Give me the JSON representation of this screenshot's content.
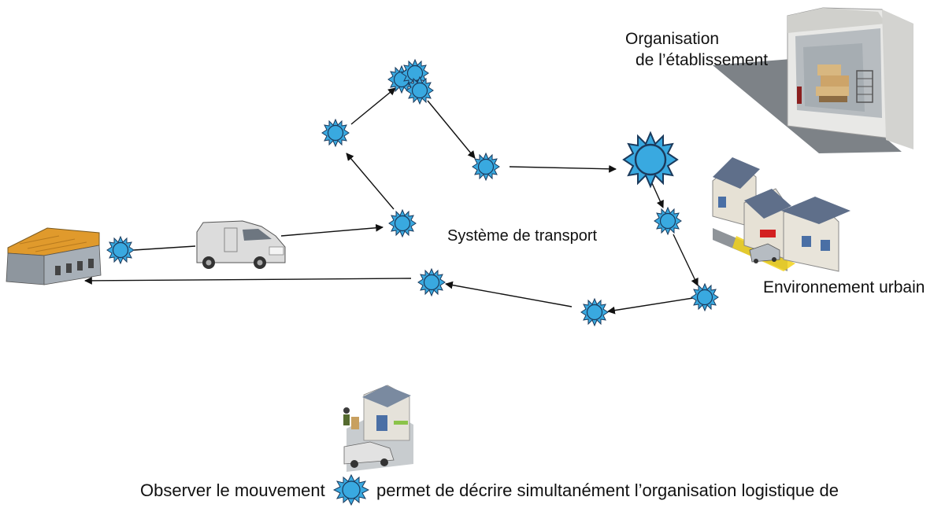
{
  "labels": {
    "transport_system": "Système de transport",
    "establishment_line1": "Organisation",
    "establishment_line2": "de  l’établissement",
    "urban_environment": "Environnement urbain"
  },
  "caption": {
    "part1": "Observer le  mouvement",
    "part2": "permet de décrire simultanément l’organisation logistique de"
  },
  "colors": {
    "node_fill": "#39a9e0",
    "node_stroke": "#1b3a5c",
    "arrow": "#111111",
    "roof": "#e09a2c",
    "building_wall": "#9aa3ad",
    "van_body": "#dcdcdc"
  },
  "icons": [
    "warehouse-icon",
    "delivery-van-icon",
    "movement-star-icon",
    "establishment-interior-image",
    "urban-street-image",
    "delivery-scene-image"
  ]
}
